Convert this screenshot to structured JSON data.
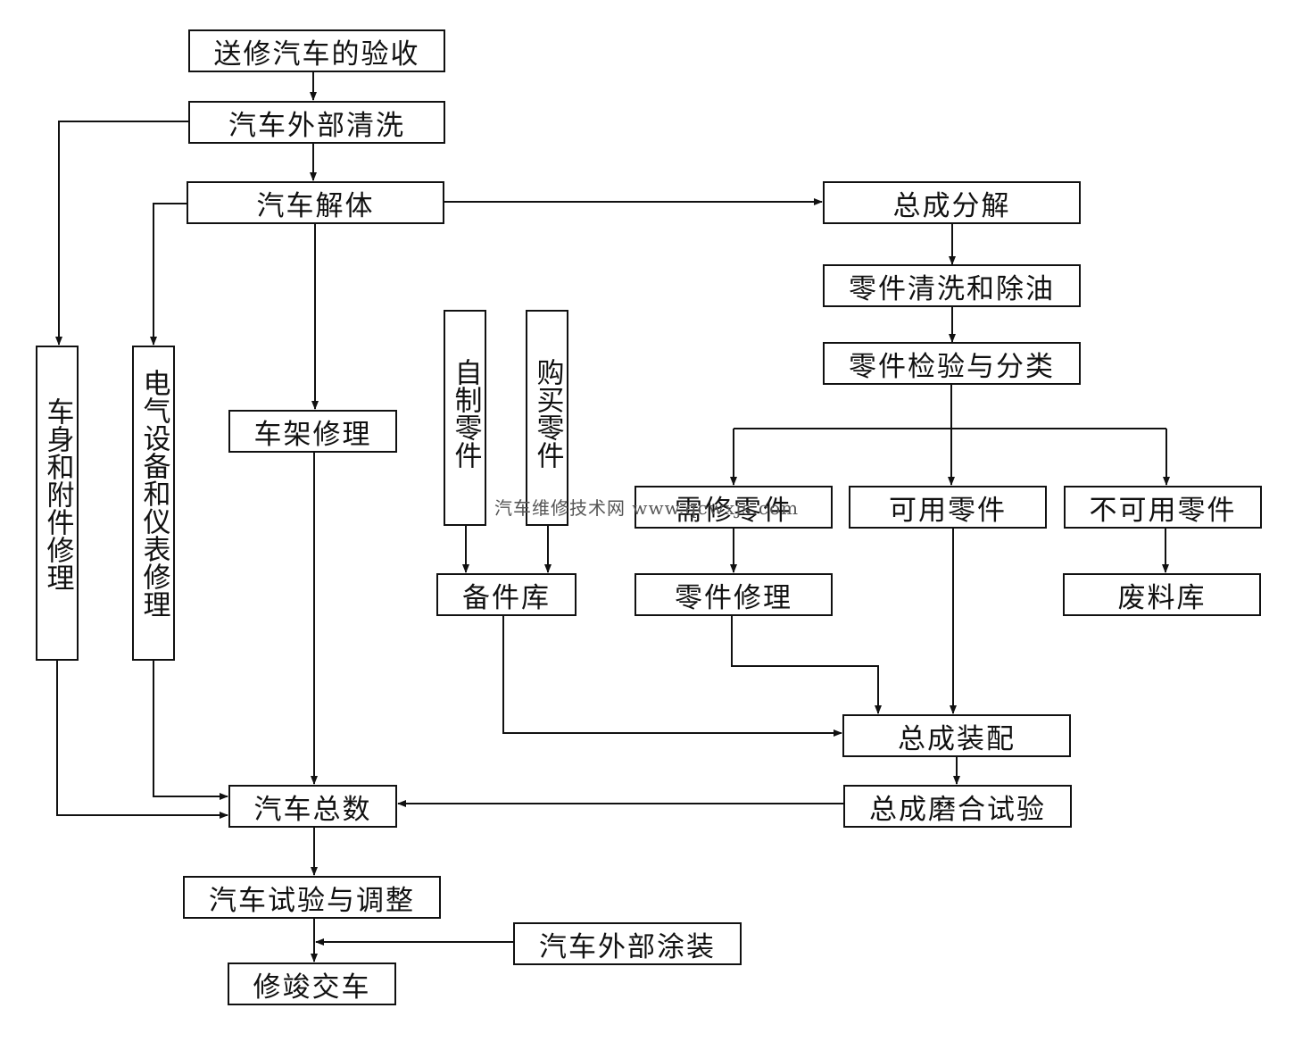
{
  "boxes": {
    "receive": "送修汽车的验收",
    "wash_exterior": "汽车外部清洗",
    "disassemble_car": "汽车解体",
    "assembly_disassembly": "总成分解",
    "parts_clean": "零件清洗和除油",
    "parts_inspect": "零件检验与分类",
    "body_repair": "车身和附件修理",
    "electrical_repair": "电气设备和仪表修理",
    "frame_repair": "车架修理",
    "self_made_parts": "自制零件",
    "purchased_parts": "购买零件",
    "parts_to_repair": "需修零件",
    "usable_parts": "可用零件",
    "unusable_parts": "不可用零件",
    "spare_parts_store": "备件库",
    "parts_repair": "零件修理",
    "scrap_store": "废料库",
    "assembly_assemble": "总成装配",
    "assembly_breakin": "总成磨合试验",
    "car_total": "汽车总数",
    "car_test": "汽车试验与调整",
    "exterior_paint": "汽车外部涂装",
    "delivery": "修竣交车"
  },
  "watermark": "汽车维修技术网 www.qcwxjs.com"
}
